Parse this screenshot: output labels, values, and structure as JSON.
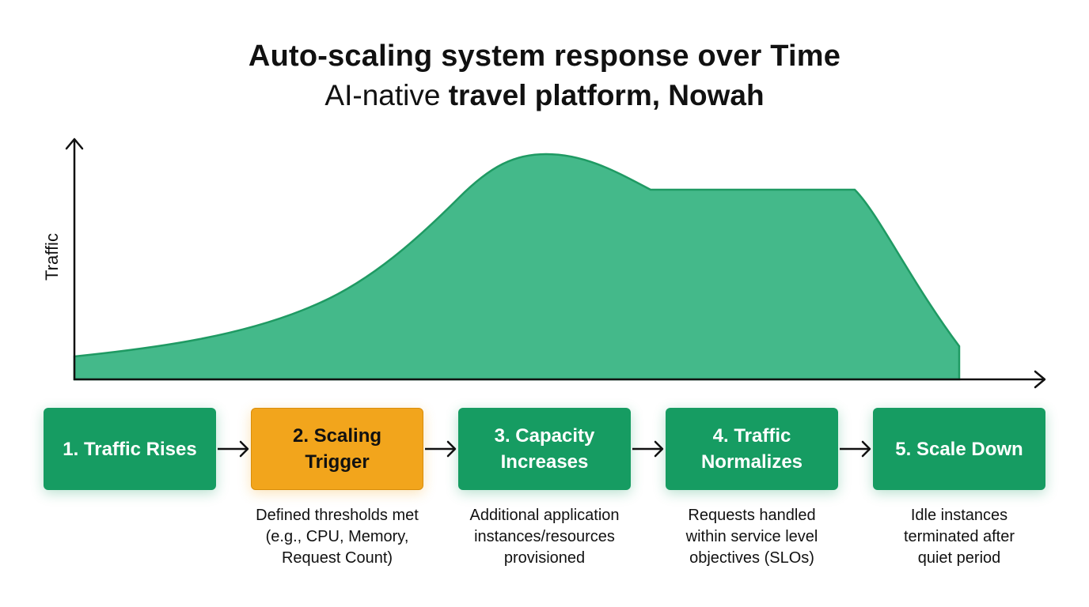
{
  "header": {
    "title": "Auto-scaling system response over Time",
    "subtitle_plain": "AI-native ",
    "subtitle_bold": "travel platform, Nowah"
  },
  "axes": {
    "ylabel": "Traffic"
  },
  "colors": {
    "area_fill": "#44b98a",
    "area_stroke": "#1f9a63",
    "step_green": "#169c62",
    "step_orange": "#f2a51c"
  },
  "steps": [
    {
      "label_line1": "1. Traffic Rises",
      "label_line2": "",
      "description": [
        "",
        "",
        ""
      ]
    },
    {
      "label_line1": "2. Scaling",
      "label_line2": "Trigger",
      "description": [
        "Defined thresholds met",
        "(e.g., CPU, Memory,",
        "Request Count)"
      ]
    },
    {
      "label_line1": "3. Capacity",
      "label_line2": "Increases",
      "description": [
        "Additional application",
        "instances/resources",
        "provisioned"
      ]
    },
    {
      "label_line1": "4. Traffic",
      "label_line2": "Normalizes",
      "description": [
        "Requests handled",
        "within service level",
        "objectives (SLOs)"
      ]
    },
    {
      "label_line1": "5. Scale Down",
      "label_line2": "",
      "description": [
        "Idle instances",
        "terminated after",
        "quiet period"
      ]
    }
  ]
}
